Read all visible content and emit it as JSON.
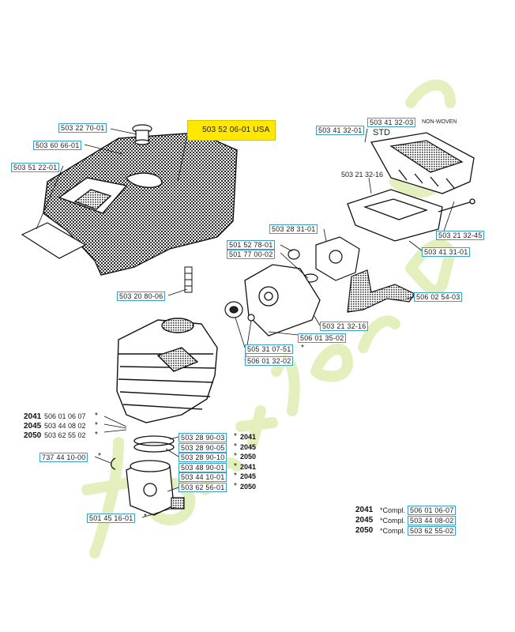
{
  "labels": {
    "top_housing": [
      "503 22 70-01",
      "503 60 66-01",
      "503 51 22-01"
    ],
    "highlight": "503 52 06-01 USA",
    "filter": {
      "nonwoven_pn": "503 41 32-03",
      "nonwoven_text": "NON-WOVEN",
      "std_pn": "503 41 32-01",
      "std_text": "STD"
    },
    "carb": [
      "503 21 32-16",
      "503 28 31-01",
      "501 52 78-01",
      "501 77 00-02"
    ],
    "airbox": [
      "503 21 32-45",
      "503 41 31-01"
    ],
    "pin": "503 20 80-06",
    "intake": [
      "506 02 54-03",
      "503 21 32-16",
      "506 01 35-02",
      "505 31 07-51",
      "506 01 32-02"
    ],
    "cylinder": [
      "506 01 06 07",
      "503 44 08 02",
      "503 62 55 02"
    ],
    "rings": [
      "503 28 90-03",
      "503 28 90-05",
      "503 28 90-10",
      "503 48 90-01",
      "503 44 10-01",
      "503 62 56-01"
    ],
    "circlip": "737 44 10-00",
    "bearing": "501 45 16-01"
  },
  "models": [
    "2041",
    "2045",
    "2050"
  ],
  "star": "*",
  "compl": {
    "prefix": "*Compl.",
    "rows": [
      {
        "model": "2041",
        "pn": "506 01 06-07"
      },
      {
        "model": "2045",
        "pn": "503 44 08-02"
      },
      {
        "model": "2050",
        "pn": "503 62 55-02"
      }
    ]
  },
  "watermark": "Fortjardin.com"
}
